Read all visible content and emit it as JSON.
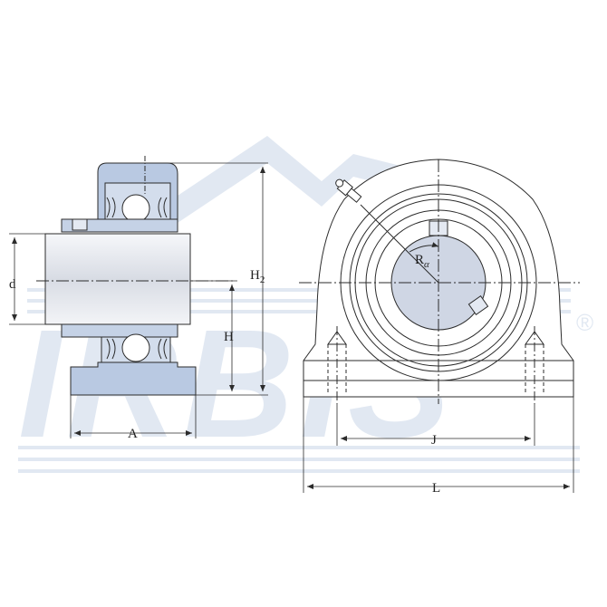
{
  "watermark": {
    "brand": "IRBIS",
    "registered_mark": "®",
    "color": "#c9d6e8"
  },
  "colors": {
    "line": "#2b2b2b",
    "part_fill": "#b9c9e2",
    "bore_fill": "#cfd6e4",
    "shaft_fill": "#eef1f6"
  },
  "dimensions": {
    "d": "d",
    "A": "A",
    "H": "H",
    "H2_main": "H",
    "H2_sub": "2",
    "R_main": "R",
    "R_sub": "α",
    "J": "J",
    "L": "L"
  },
  "icons": [
    "grease-nipple-icon",
    "registered-mark-icon"
  ]
}
